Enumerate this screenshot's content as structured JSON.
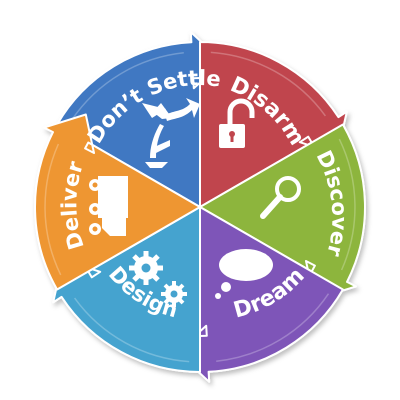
{
  "diagram": {
    "segments": [
      {
        "label": "Don’t Settle",
        "color": "#3F78C2",
        "icon": "signpost-icon"
      },
      {
        "label": "Disarm",
        "color": "#C0454D",
        "icon": "unlocked-padlock-icon"
      },
      {
        "label": "Discover",
        "color": "#8DB53C",
        "icon": "magnifying-glass-icon"
      },
      {
        "label": "Dream",
        "color": "#7E55B8",
        "icon": "thought-bubble-icon"
      },
      {
        "label": "Design",
        "color": "#45A3CF",
        "icon": "gears-icon"
      },
      {
        "label": "Deliver",
        "color": "#EE9632",
        "icon": "delivery-truck-icon"
      }
    ]
  }
}
